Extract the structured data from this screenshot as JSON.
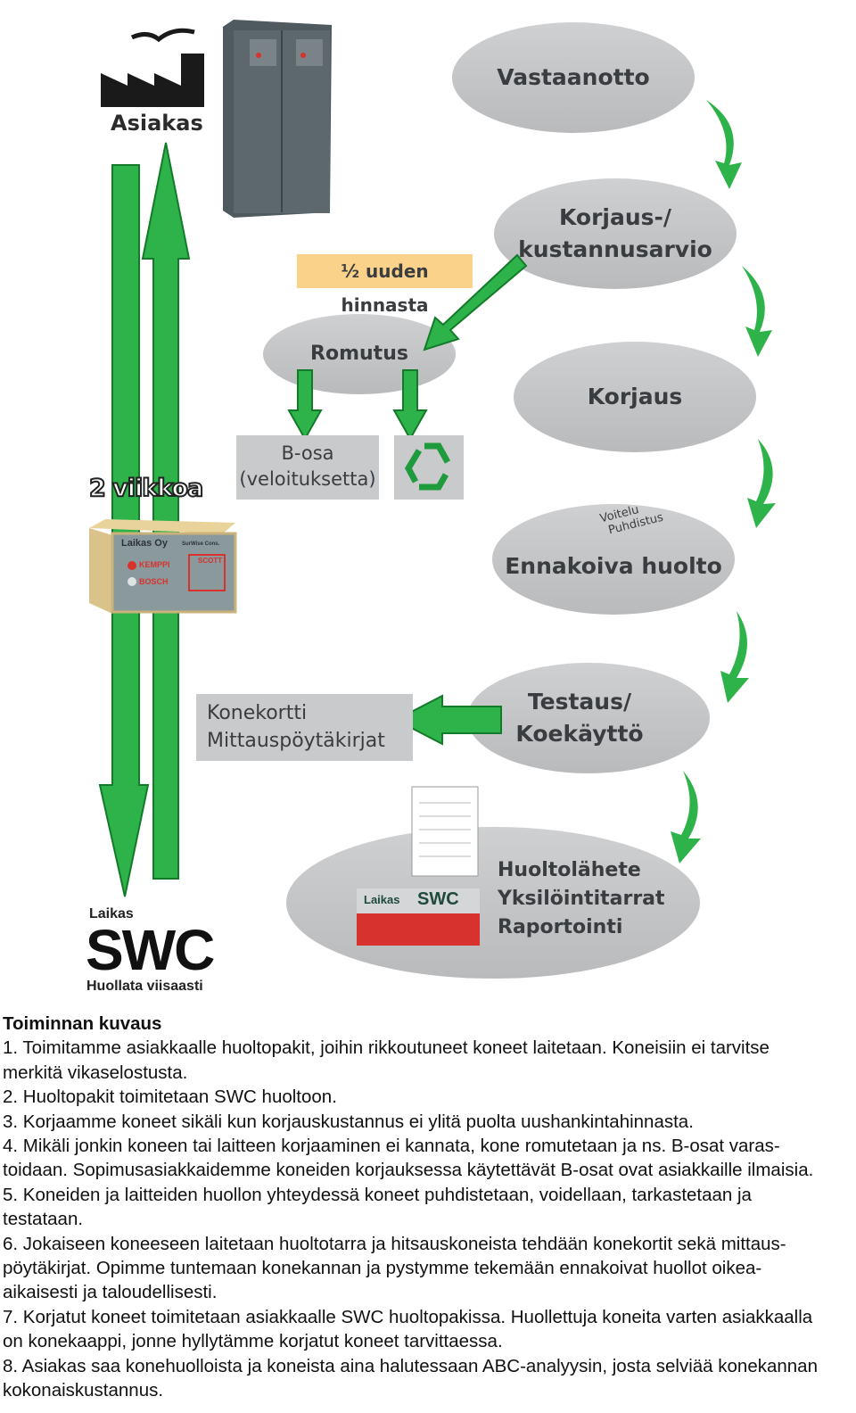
{
  "diagram": {
    "customer_label": "Asiakas",
    "duration_label": "2 viikkoa",
    "half_price_label": "½ uuden hinnasta",
    "steps": [
      {
        "label": "Vastaanotto"
      },
      {
        "label_lines": [
          "Korjaus-/",
          "kustannusarvio"
        ]
      },
      {
        "label": "Korjaus"
      },
      {
        "label": "Ennakoiva huolto",
        "notes": [
          "Voitelu",
          "Puhdistus"
        ]
      },
      {
        "label_lines": [
          "Testaus/",
          "Koekäyttö"
        ]
      },
      {
        "label_lines": [
          "Huoltolähete",
          "Yksilöintitarrat",
          "Raportointi"
        ]
      }
    ],
    "scrap": {
      "label": "Romutus",
      "b_parts_lines": [
        "B-osa",
        "(veloituksetta)"
      ]
    },
    "records_lines": [
      "Konekortti",
      "Mittauspöytäkirjat"
    ],
    "logo": {
      "top": "Laikas",
      "main": "SWC",
      "tagline": "Huollata viisaasti"
    },
    "box_labels": {
      "brand": "Laikas Oy",
      "partners": [
        "SurWise Cons.",
        "KEMPPI",
        "BOSCH",
        "SCOTT"
      ]
    },
    "sticker": {
      "left": "Laikas",
      "right": "SWC"
    },
    "colors": {
      "green": "#2db34a",
      "ellipse": "#c6c7c9",
      "highlight": "#fbd28a",
      "red": "#d8322e"
    }
  },
  "description": {
    "title": "Toiminnan kuvaus",
    "lines": [
      "1.  Toimitamme asiakkaalle huoltopakit, joihin rikkoutuneet koneet laitetaan. Koneisiin ei tarvitse",
      "merkitä vikaselostusta.",
      "2.  Huoltopakit toimitetaan SWC huoltoon.",
      "3.  Korjaamme koneet sikäli kun korjauskustannus ei ylitä puolta uushankintahinnasta.",
      "4.  Mikäli jonkin koneen tai laitteen korjaaminen ei kannata, kone romutetaan ja ns. B-osat varas-",
      "toidaan. Sopimusasiakkaidemme koneiden korjauksessa käytettävät B-osat ovat asiakkaille ilmaisia.",
      "5.  Koneiden ja laitteiden huollon yhteydessä koneet puhdistetaan, voidellaan, tarkastetaan ja",
      "testataan.",
      "6. Jokaiseen koneeseen laitetaan huoltotarra ja hitsauskoneista tehdään konekortit sekä mittaus-",
      "pöytäkirjat. Opimme tuntemaan konekannan ja pystymme tekemään ennakoivat huollot oikea-",
      "aikaisesti ja taloudellisesti.",
      "7. Korjatut koneet toimitetaan asiakkaalle SWC huoltopakissa. Huollettuja koneita varten asiakkaalla",
      "on konekaappi, jonne hyllytämme korjatut koneet tarvittaessa.",
      "8. Asiakas saa konehuolloista ja koneista aina halutessaan ABC-analyysin, josta selviää konekannan",
      "kokonaiskustannus."
    ]
  }
}
